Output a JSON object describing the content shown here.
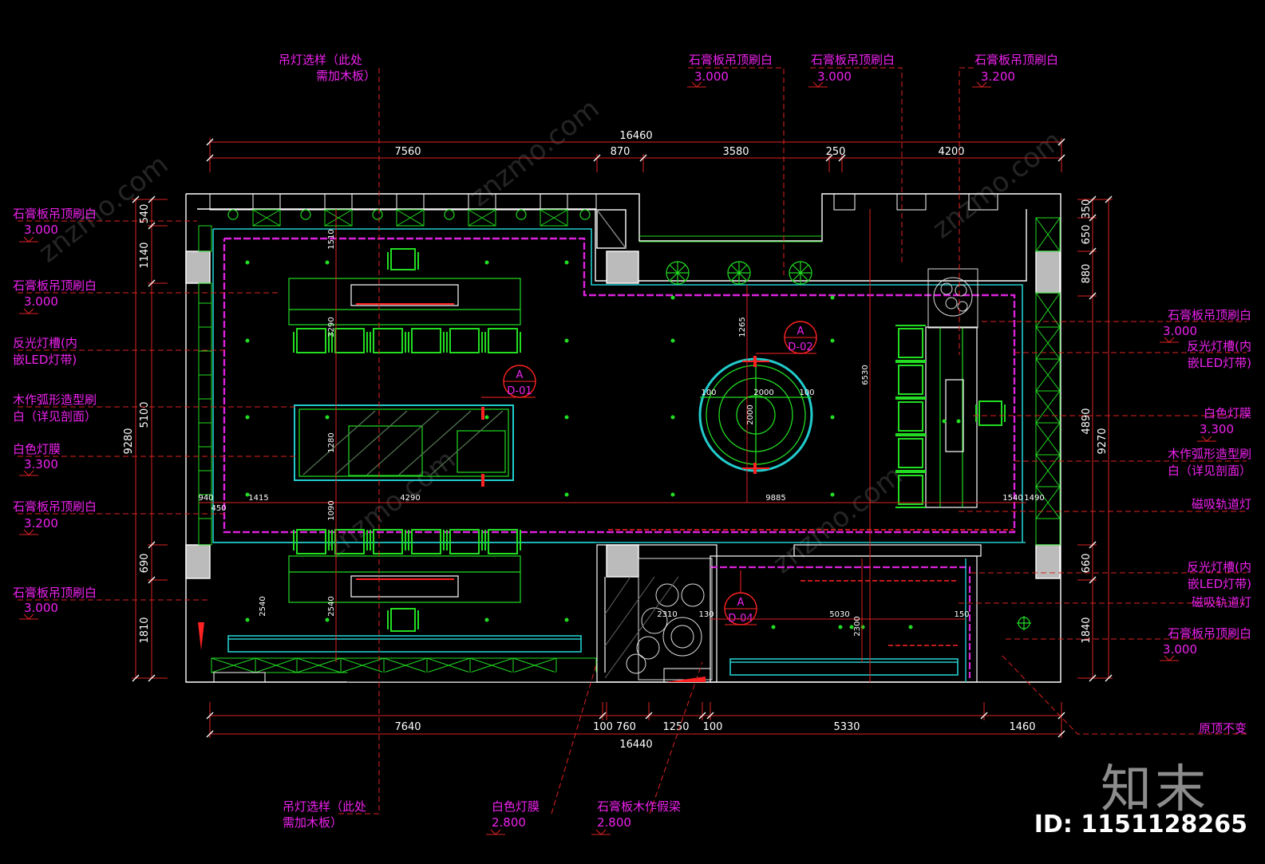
{
  "colors": {
    "wall": "#ffffff",
    "green": "#22dd22",
    "cyan": "#22cccc",
    "magenta": "#dd22dd",
    "red": "#ff2222",
    "label": "#ee22ee",
    "dim": "#ffffff"
  },
  "dimensions": {
    "top_total": "16460",
    "top_segments": [
      "7560",
      "870",
      "3580",
      "250",
      "4200"
    ],
    "bottom_total": "16440",
    "bottom_segments": [
      "7640",
      "100 760",
      "1250",
      "100",
      "5330",
      "1460"
    ],
    "left_total": "9280",
    "left_segments": [
      "540",
      "1140",
      "5100",
      "690",
      "1810"
    ],
    "right_total": "9270",
    "right_segments": [
      "350",
      "650",
      "880",
      "4890",
      "660",
      "1840"
    ],
    "inner": [
      "1415",
      "4290",
      "9885",
      "5030",
      "1265",
      "6530",
      "2000",
      "2000",
      "3290",
      "1280",
      "1090",
      "2540",
      "2540",
      "2310",
      "2300",
      "1510",
      "100",
      "100",
      "130",
      "150",
      "940",
      "450",
      "1540",
      "1490"
    ]
  },
  "labels": {
    "top": [
      {
        "line1": "吊灯选样（此处",
        "line2": "需加木板）"
      },
      {
        "line1": "石膏板吊顶刷白",
        "line2": "3.000"
      },
      {
        "line1": "石膏板吊顶刷白",
        "line2": "3.000"
      },
      {
        "line1": "石膏板吊顶刷白",
        "line2": "3.200"
      }
    ],
    "left": [
      {
        "line1": "石膏板吊顶刷白",
        "line2": "3.000"
      },
      {
        "line1": "石膏板吊顶刷白",
        "line2": "3.000"
      },
      {
        "line1": "反光灯槽(内",
        "line2": "嵌LED灯带)"
      },
      {
        "line1": "木作弧形造型刷",
        "line2": "白（详见剖面）"
      },
      {
        "line1": "白色灯膜",
        "line2": "3.300"
      },
      {
        "line1": "石膏板吊顶刷白",
        "line2": "3.200"
      },
      {
        "line1": "石膏板吊顶刷白",
        "line2": "3.000"
      }
    ],
    "right": [
      {
        "line1": "石膏板吊顶刷白",
        "line2": "3.000"
      },
      {
        "line1": "反光灯槽(内",
        "line2": "嵌LED灯带)"
      },
      {
        "line1": "白色灯膜",
        "line2": "3.300"
      },
      {
        "line1": "木作弧形造型刷",
        "line2": "白（详见剖面）"
      },
      {
        "line1": "磁吸轨道灯",
        "line2": ""
      },
      {
        "line1": "反光灯槽(内",
        "line2": "嵌LED灯带)"
      },
      {
        "line1": "磁吸轨道灯",
        "line2": ""
      },
      {
        "line1": "石膏板吊顶刷白",
        "line2": "3.000"
      },
      {
        "line1": "原顶不变",
        "line2": ""
      }
    ],
    "bottom": [
      {
        "line1": "吊灯选样（此处",
        "line2": "需加木板）"
      },
      {
        "line1": "白色灯膜",
        "line2": "2.800"
      },
      {
        "line1": "石膏板木作假梁",
        "line2": "2.800"
      }
    ]
  },
  "section_marks": [
    {
      "letter": "A",
      "code": "D-01"
    },
    {
      "letter": "A",
      "code": "D-02"
    },
    {
      "letter": "A",
      "code": "D-04"
    }
  ],
  "watermark": {
    "text": "znzmo.com",
    "logo": "知末",
    "id": "ID: 1151128265"
  }
}
